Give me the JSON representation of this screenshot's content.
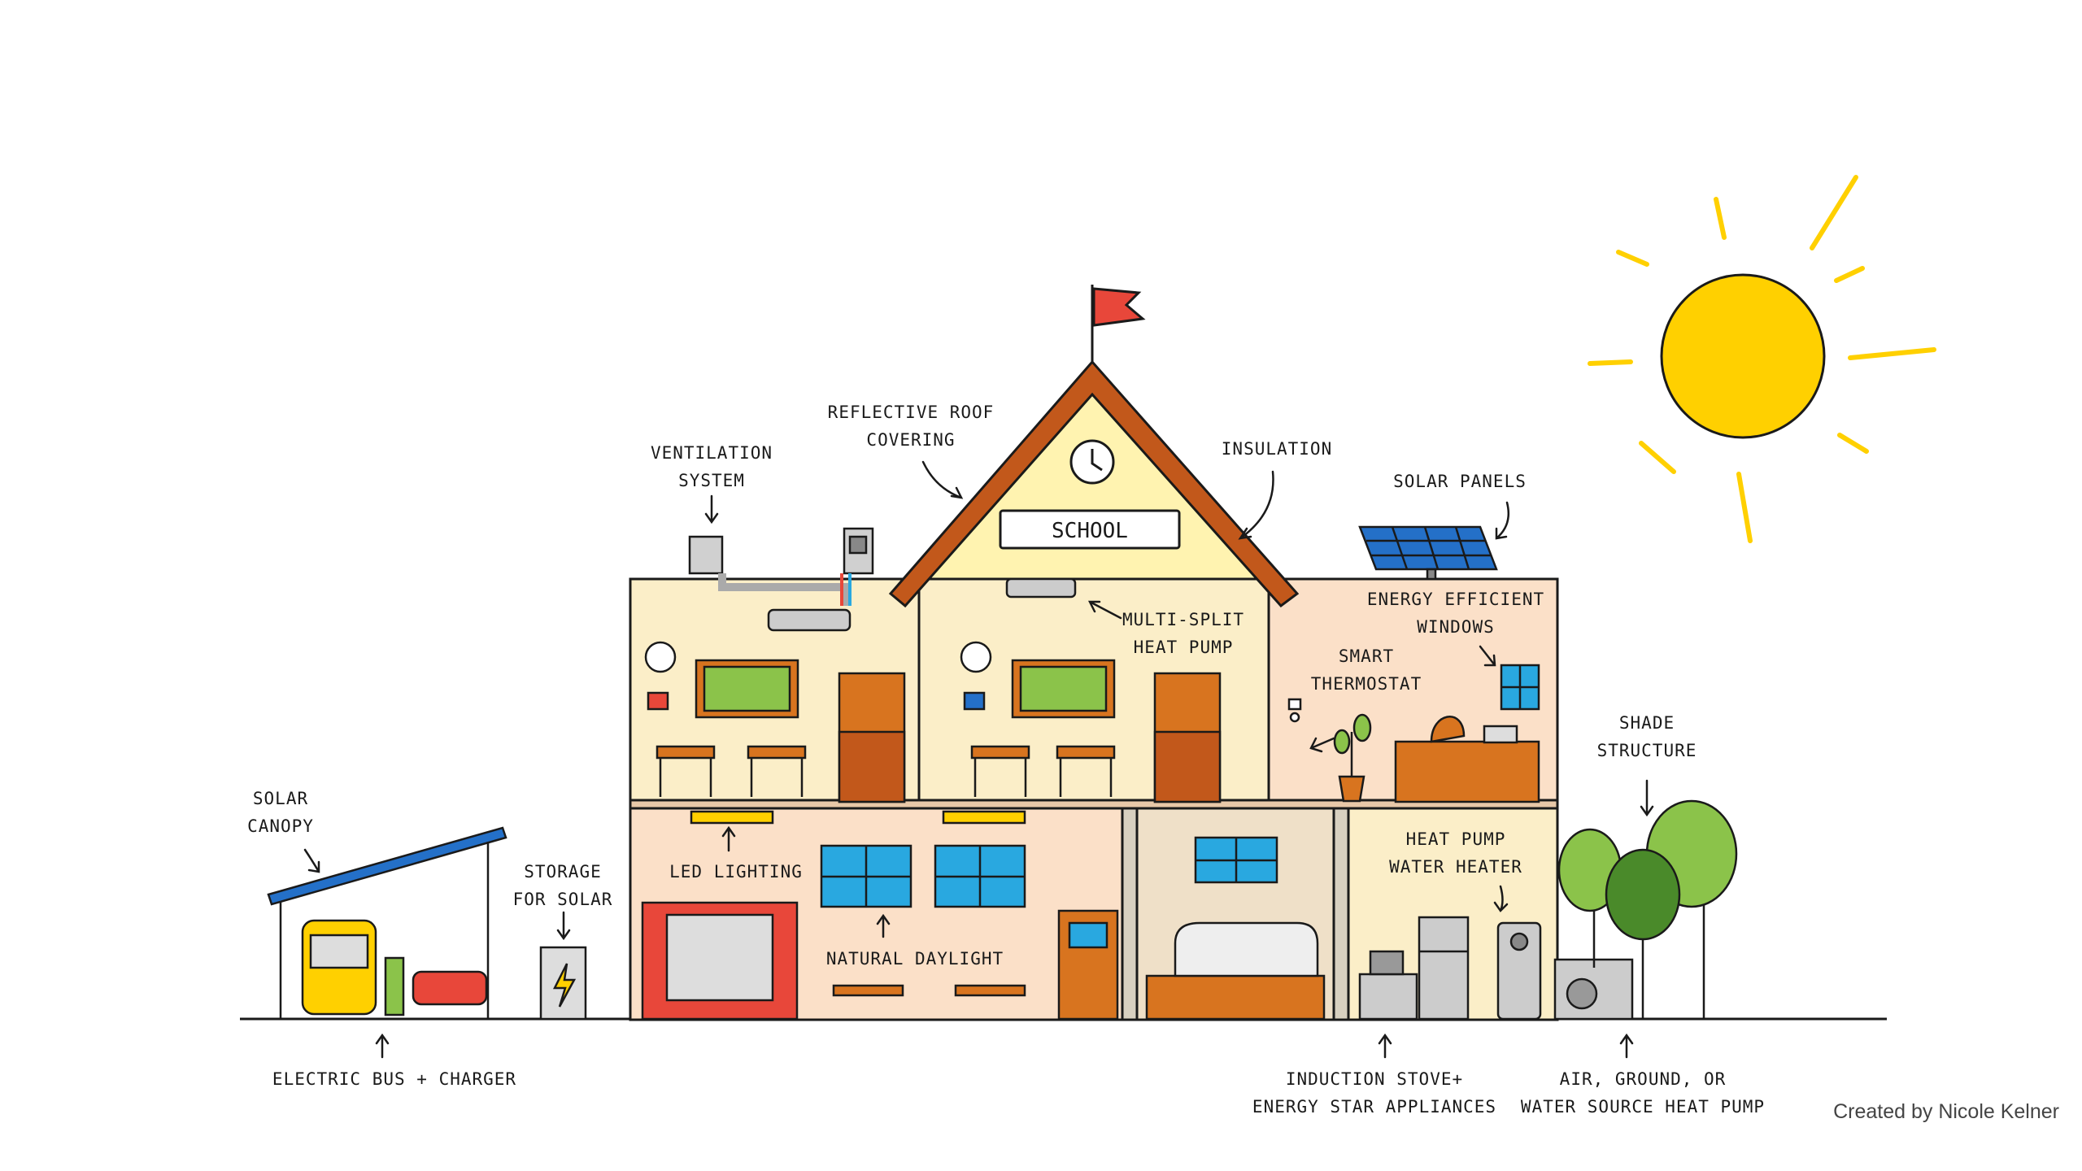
{
  "school_sign": "SCHOOL",
  "credit": "Created by Nicole Kelner",
  "labels": {
    "ventilation": [
      "VENTILATION",
      "SYSTEM"
    ],
    "reflective_roof": [
      "REFLECTIVE ROOF",
      "COVERING"
    ],
    "insulation": [
      "INSULATION"
    ],
    "solar_panels": [
      "SOLAR PANELS"
    ],
    "multi_split": [
      "MULTI-SPLIT",
      "HEAT PUMP"
    ],
    "windows": [
      "ENERGY EFFICIENT",
      "WINDOWS"
    ],
    "thermostat": [
      "SMART",
      "THERMOSTAT"
    ],
    "solar_canopy": [
      "SOLAR",
      "CANOPY"
    ],
    "storage": [
      "STORAGE",
      "FOR SOLAR"
    ],
    "led": [
      "LED LIGHTING"
    ],
    "daylight": [
      "NATURAL DAYLIGHT"
    ],
    "water_heater": [
      "HEAT PUMP",
      "WATER HEATER"
    ],
    "shade": [
      "SHADE",
      "STRUCTURE"
    ],
    "bus": [
      "ELECTRIC BUS + CHARGER"
    ],
    "stove": [
      "INDUCTION STOVE+",
      "ENERGY STAR APPLIANCES"
    ],
    "ground_pump": [
      "AIR, GROUND, OR",
      "WATER SOURCE HEAT PUMP"
    ]
  },
  "colors": {
    "roof": "#c2581b",
    "wall_yellow": "#fbeec8",
    "wall_peach": "#fbe0c8",
    "sun": "#ffd000",
    "flag": "#e8473a",
    "solar_blue": "#2470c8",
    "window_blue": "#29a8e0",
    "bus_yellow": "#ffd000",
    "tree_green": "#8bc34a",
    "tree_dark": "#4a8a2a",
    "wood": "#d8741f"
  }
}
